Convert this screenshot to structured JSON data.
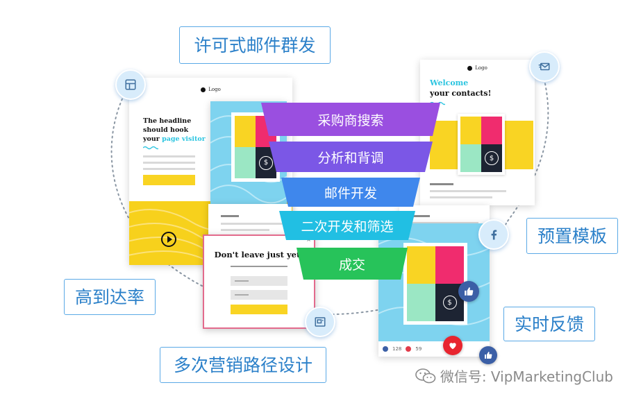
{
  "callouts": {
    "permission_email": "许可式邮件群发",
    "preset_templates": "预置模板",
    "high_delivery": "高到达率",
    "realtime_feedback": "实时反馈",
    "multi_path": "多次营销路径设计"
  },
  "funnel": {
    "stages": [
      "采购商搜索",
      "分析和背调",
      "邮件开发",
      "二次开发和筛选",
      "成交"
    ],
    "colors": [
      "#9a4fe0",
      "#7b57e6",
      "#3f87ec",
      "#21bfe3",
      "#27c35a"
    ]
  },
  "landing_card": {
    "logo_text": "Logo",
    "headline_line1": "The headline",
    "headline_line2": "should hook",
    "headline_your": "your",
    "headline_highlight": "page visitor"
  },
  "welcome_card": {
    "logo_text": "Logo",
    "title_highlight": "Welcome",
    "title_rest": "your contacts!"
  },
  "popup_card": {
    "title": "Don't leave just yet!"
  },
  "social_card": {
    "likes_count": "128",
    "hearts_count": "59"
  },
  "watermark": {
    "text": "微信号: VipMarketingClub"
  },
  "icons": {
    "layout": "layout-icon",
    "email": "email-icon",
    "facebook": "facebook-icon",
    "form": "form-icon",
    "thumbs_up": "thumbs-up-icon",
    "heart": "heart-icon",
    "play": "play-icon",
    "wechat": "wechat-icon"
  }
}
